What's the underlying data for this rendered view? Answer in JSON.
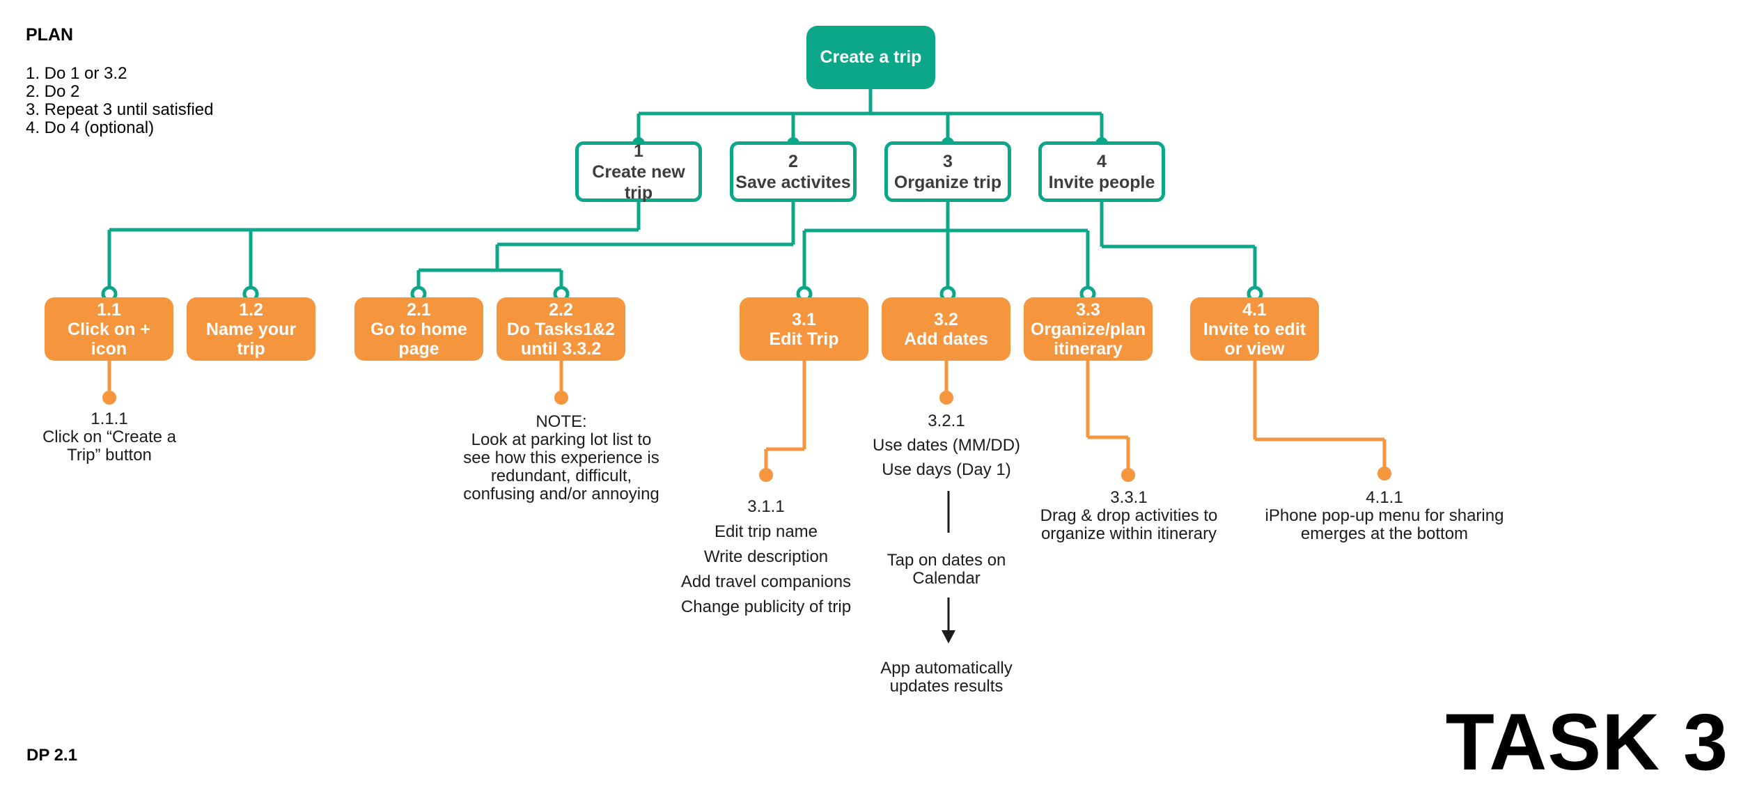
{
  "plan": {
    "title": "PLAN",
    "items": [
      "1. Do 1 or 3.2",
      "2. Do 2",
      "3. Repeat 3 until satisfied",
      "4. Do 4 (optional)"
    ]
  },
  "root": {
    "label": "Create a trip"
  },
  "level2": [
    {
      "num": "1",
      "label": "Create new trip"
    },
    {
      "num": "2",
      "label": "Save activites"
    },
    {
      "num": "3",
      "label": "Organize trip"
    },
    {
      "num": "4",
      "label": "Invite people"
    }
  ],
  "level3": [
    {
      "num": "1.1",
      "label": "Click on + icon"
    },
    {
      "num": "1.2",
      "label": "Name your trip"
    },
    {
      "num": "2.1",
      "label": "Go to home page"
    },
    {
      "num": "2.2",
      "label": "Do Tasks1&2 until 3.3.2"
    },
    {
      "num": "3.1",
      "label": "Edit Trip"
    },
    {
      "num": "3.2",
      "label": "Add dates"
    },
    {
      "num": "3.3",
      "label": "Organize/plan itinerary"
    },
    {
      "num": "4.1",
      "label": "Invite to edit or view"
    }
  ],
  "annotations": {
    "n111": "1.1.1\nClick on “Create a\nTrip” button",
    "note": "NOTE:\nLook at parking lot list to\nsee how this experience is\nredundant, difficult,\nconfusing and/or annoying",
    "n311": "3.1.1\nEdit trip name\nWrite description\nAdd travel companions\nChange publicity of trip",
    "n321": "3.2.1\nUse dates (MM/DD)\nUse days (Day 1)",
    "tap": "Tap on dates on\nCalendar",
    "app": "App automatically\nupdates results",
    "n331": "3.3.1\nDrag & drop activities to\norganize within itinerary",
    "n411": "4.1.1\niPhone pop-up menu for sharing\nemerges at the bottom"
  },
  "footer": {
    "left": "DP 2.1",
    "task": "TASK 3"
  },
  "colors": {
    "green": "#0ca789",
    "orange": "#f5953e",
    "text_dark": "#3d3d3d"
  }
}
